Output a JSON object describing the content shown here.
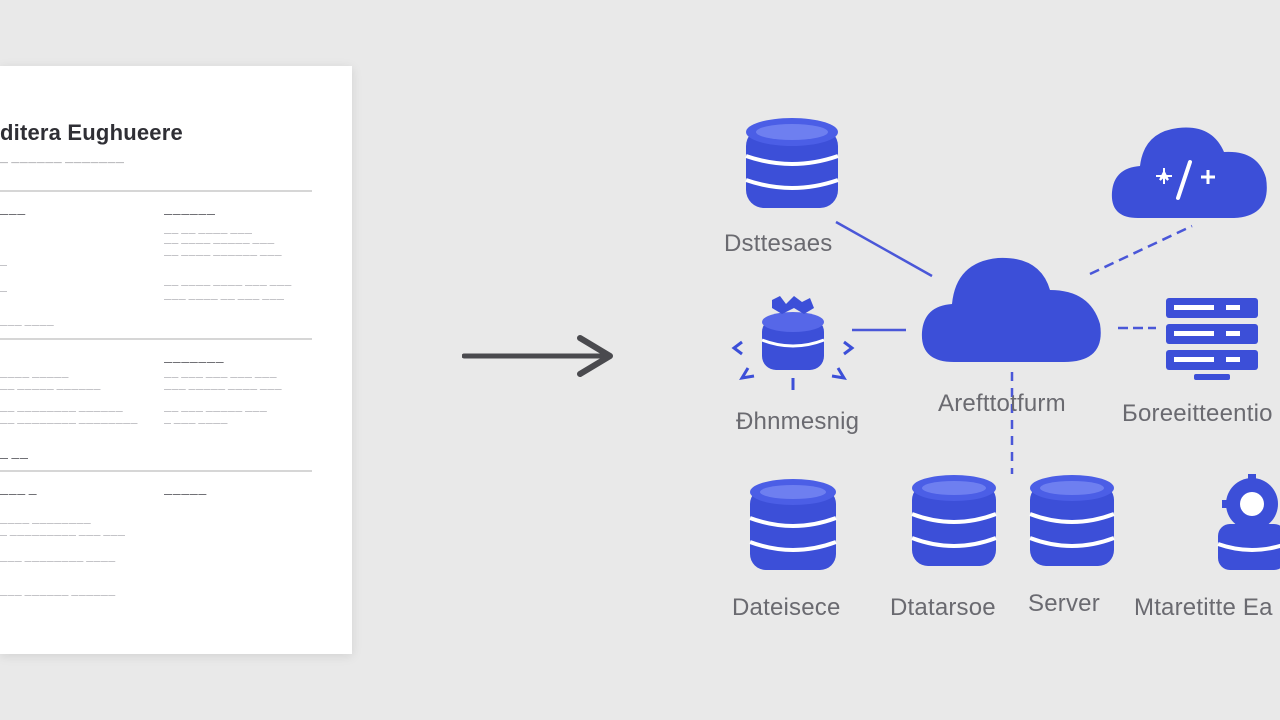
{
  "document": {
    "title": "ditera Eughueere",
    "subtitle": "— —————— ———————",
    "sections": [
      {
        "label": "———",
        "right_label": "——————"
      },
      {
        "label": "— ——",
        "right_label": "———————"
      },
      {
        "label": "——— —",
        "right_label": "—————"
      }
    ],
    "left_lines": [
      "———— —————",
      "—",
      "—",
      "——— ————",
      "——— ——————",
      "—— ————— ——————",
      "—— ———————— ——————",
      "—— ———————— ————————",
      "———— ————————",
      "— ————————— ——— ———",
      "——— ———————— ————",
      "——— —————— ——————"
    ],
    "right_lines": [
      "—— —— ———— ———",
      "—— ———— ————— ———",
      "—— ———— —————— ———",
      "—— ———— ———— ——— ———",
      "——— ———— —— ——— ———",
      "—— ——— ——— ——— ———",
      "——— ————— ———— ———",
      "—— ——— ————— ———",
      "— ——— ————"
    ]
  },
  "diagram": {
    "accent_color": "#3c4fd8",
    "line_color": "#4a57d8",
    "hub": {
      "icon": "cloud-icon",
      "label": "Arefttotfurm"
    },
    "nodes": [
      {
        "id": "databases-top",
        "icon": "database-icon",
        "label": "Dsttesaes"
      },
      {
        "id": "cloud-code",
        "icon": "cloud-code-icon",
        "label": ""
      },
      {
        "id": "processing",
        "icon": "processing-icon",
        "label": "Ɖhnmesnig"
      },
      {
        "id": "server-rack",
        "icon": "server-rack-icon",
        "label": "Боreeitteentio"
      },
      {
        "id": "database-1",
        "icon": "database-icon",
        "label": "Dateisece"
      },
      {
        "id": "database-2",
        "icon": "database-icon",
        "label": "Dtatarsoe"
      },
      {
        "id": "database-3",
        "icon": "database-icon",
        "label": "Server"
      },
      {
        "id": "microservice",
        "icon": "gear-database-icon",
        "label": "Mtaretitte Ea"
      }
    ]
  }
}
